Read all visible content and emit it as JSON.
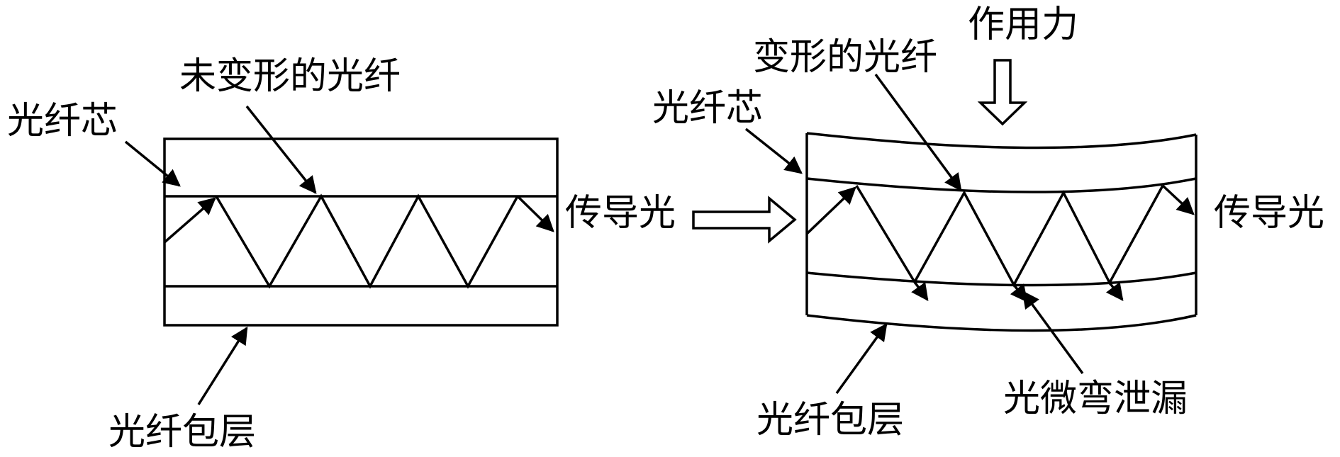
{
  "left": {
    "undeformed_fiber_label": "未变形的光纤",
    "core_label": "光纤芯",
    "guided_light_label": "传导光",
    "cladding_label": "光纤包层"
  },
  "right": {
    "force_label": "作用力",
    "deformed_fiber_label": "变形的光纤",
    "core_label": "光纤芯",
    "guided_light_label": "传导光",
    "microbend_leak_label": "光微弯泄漏",
    "cladding_label": "光纤包层"
  },
  "colors": {
    "line": "#000000",
    "background": "#ffffff"
  }
}
